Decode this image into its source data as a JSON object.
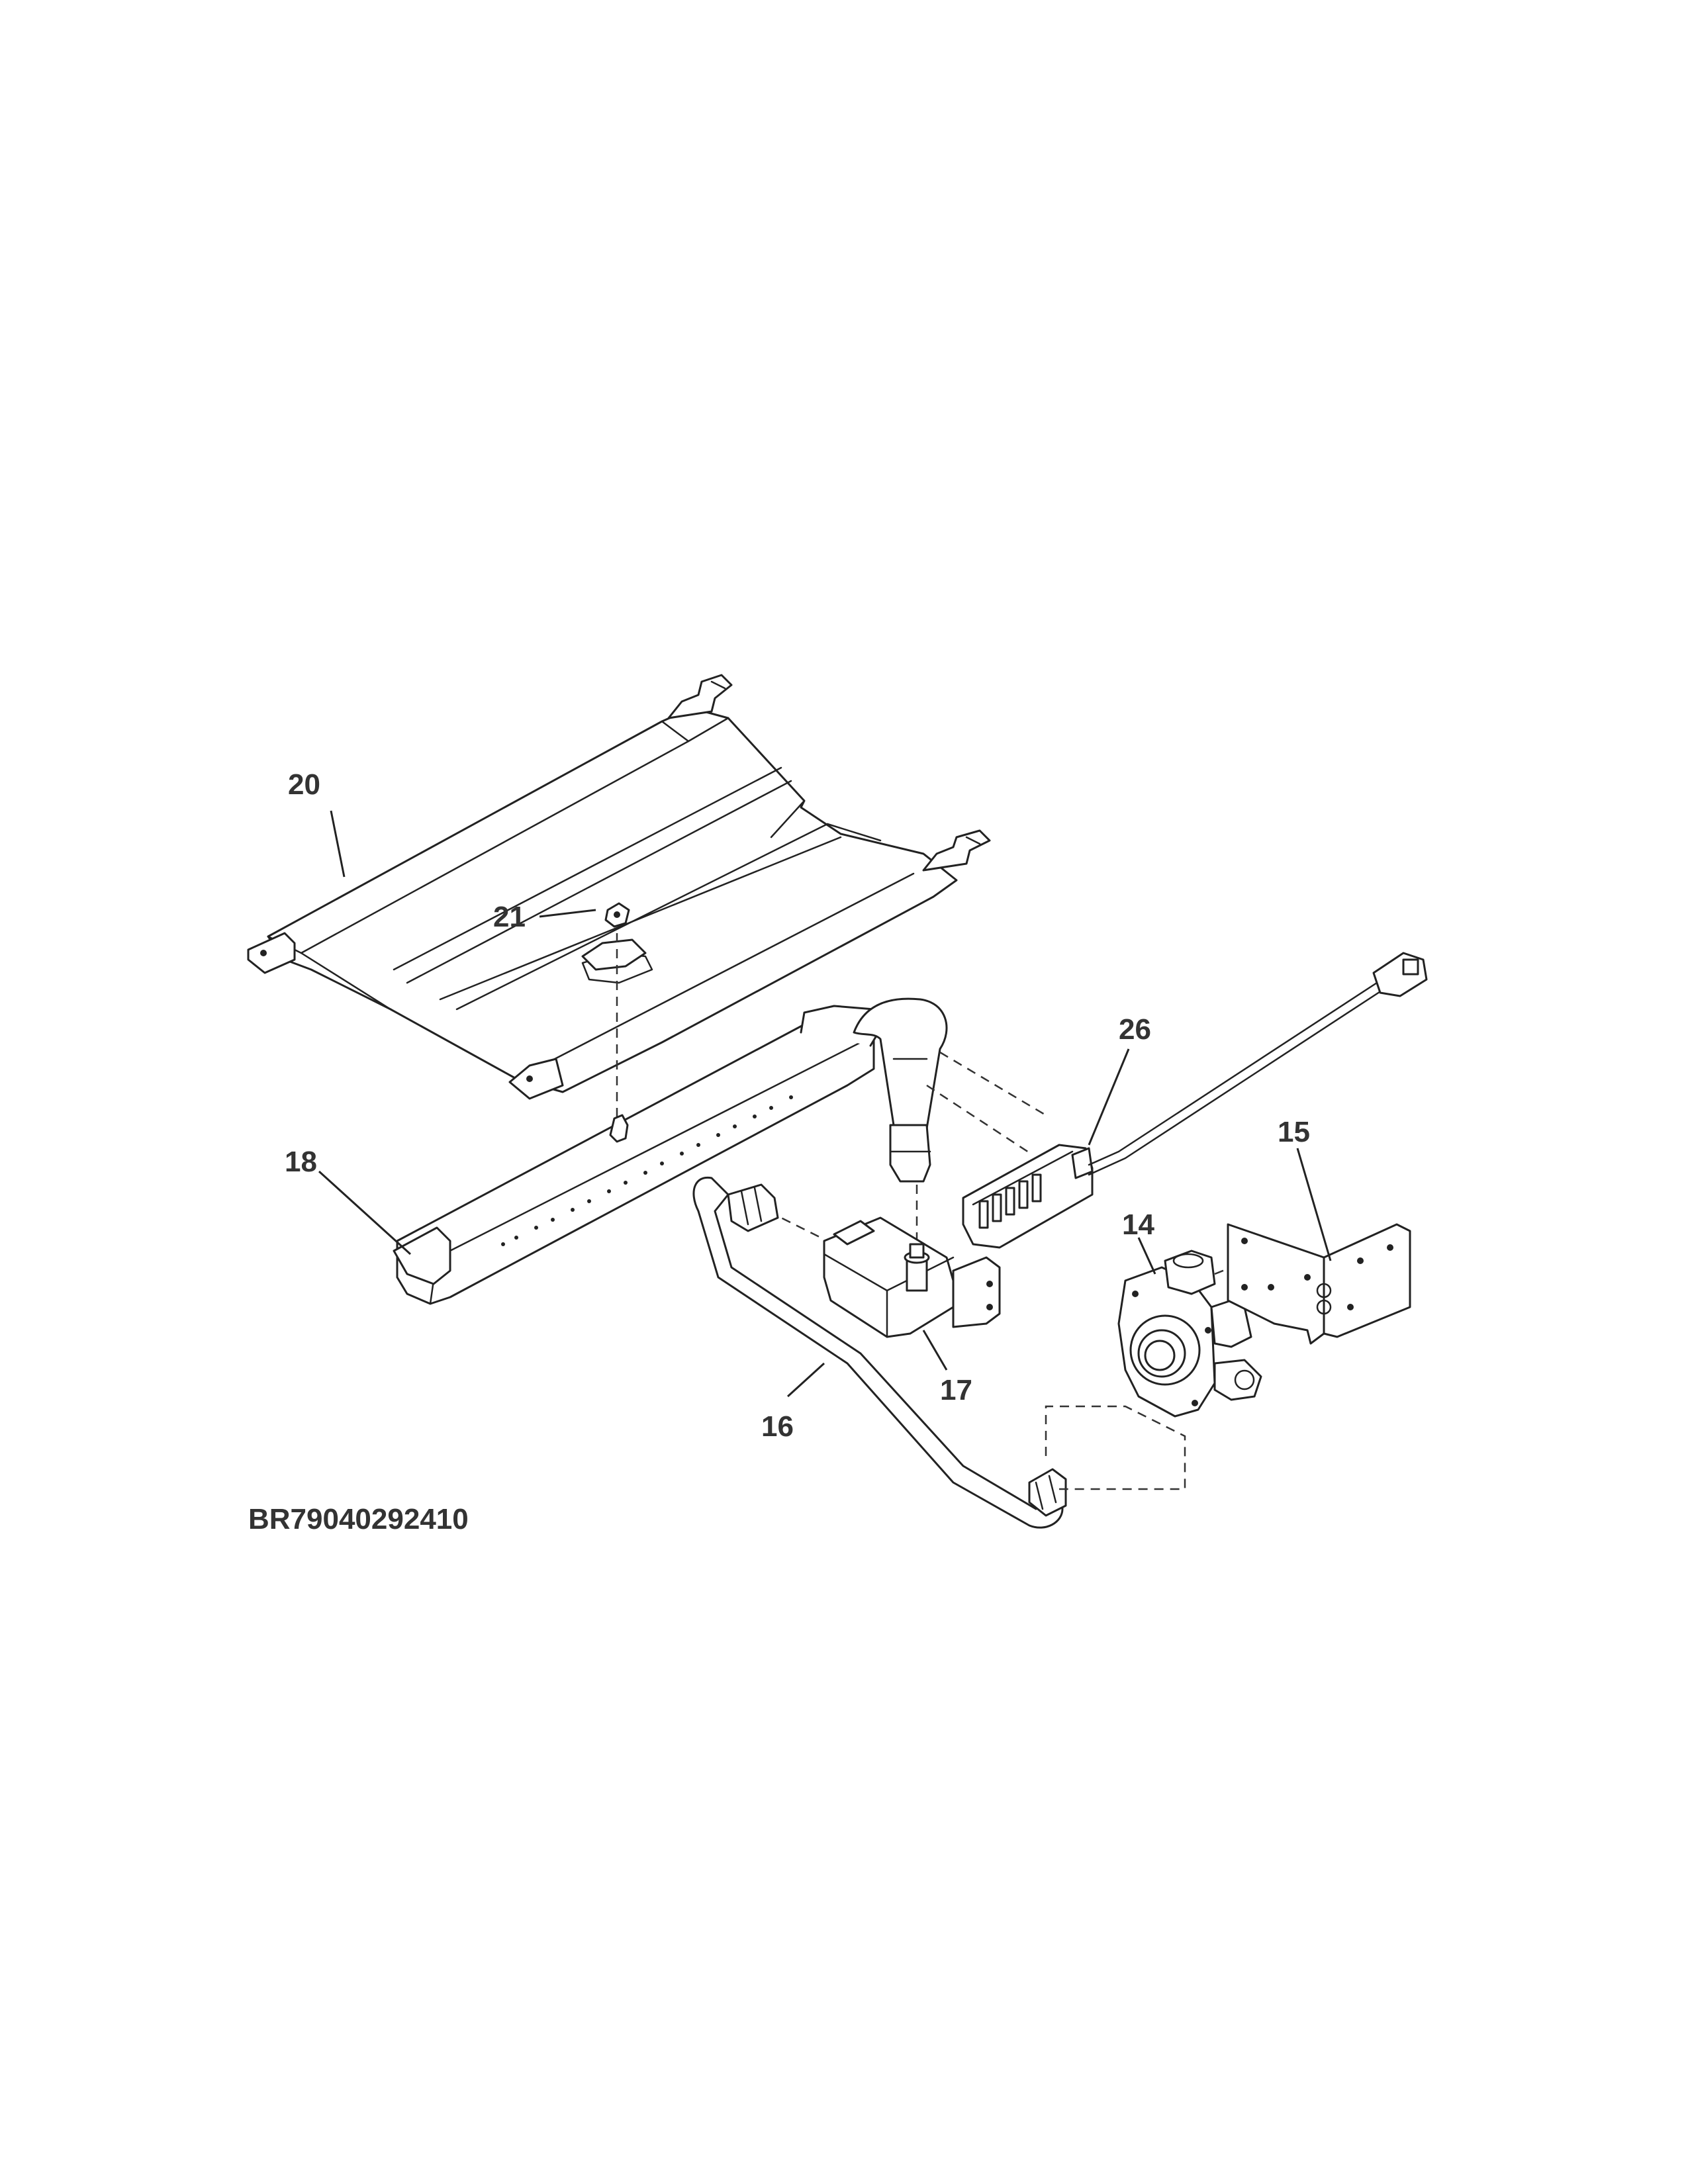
{
  "diagram": {
    "callouts": {
      "c20": "20",
      "c21": "21",
      "c18": "18",
      "c26": "26",
      "c15": "15",
      "c14": "14",
      "c17": "17",
      "c16": "16"
    },
    "drawing_code": "BR79040292410"
  }
}
